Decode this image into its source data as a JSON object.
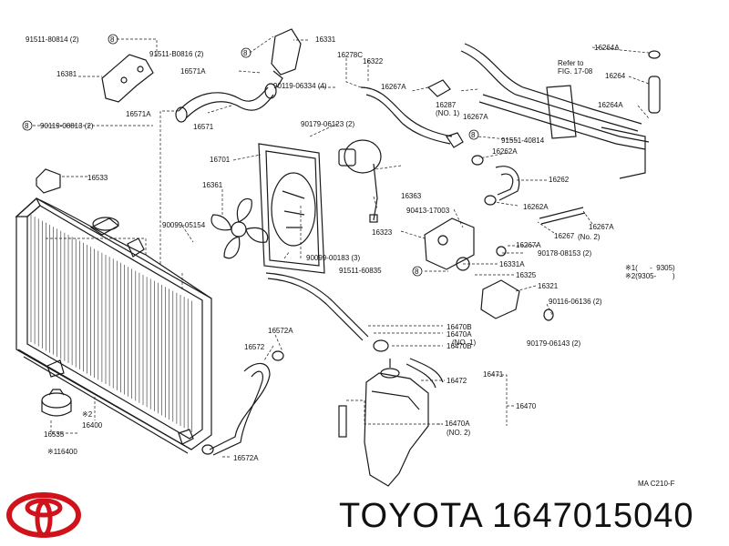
{
  "brand": {
    "text": "TOYOTA 1647015040",
    "logo_color": "#d0121b"
  },
  "legend": {
    "row1": "※1(      -  9305)",
    "row2": "※2(9305-        )"
  },
  "diagram_code": "MA C210-F",
  "refer_note": [
    "Refer to",
    "FIG. 17-08"
  ],
  "labels": [
    {
      "id": "l1",
      "text": "91511-80814 (2)"
    },
    {
      "id": "l2",
      "text": "91511-B0816 (2)"
    },
    {
      "id": "l3",
      "text": "16331"
    },
    {
      "id": "l4",
      "text": "16381"
    },
    {
      "id": "l5",
      "text": "16571A"
    },
    {
      "id": "l6",
      "text": "16278C"
    },
    {
      "id": "l7",
      "text": "16322"
    },
    {
      "id": "l8",
      "text": "90119-06334 (4)"
    },
    {
      "id": "l9",
      "text": "16267A"
    },
    {
      "id": "l10",
      "text": "16571A"
    },
    {
      "id": "l11",
      "text": "16571"
    },
    {
      "id": "l12",
      "text": "90119-08813 (2)"
    },
    {
      "id": "l13",
      "text": "90179-06123 (2)"
    },
    {
      "id": "l14",
      "text": "16287"
    },
    {
      "id": "l15",
      "text": "(NO. 1)"
    },
    {
      "id": "l16",
      "text": "16267A"
    },
    {
      "id": "l17",
      "text": "16264A"
    },
    {
      "id": "l18",
      "text": "16264"
    },
    {
      "id": "l19",
      "text": "16264A"
    },
    {
      "id": "l20",
      "text": "91551-40814"
    },
    {
      "id": "l21",
      "text": "16262A"
    },
    {
      "id": "l22",
      "text": "16262"
    },
    {
      "id": "l23",
      "text": "16701"
    },
    {
      "id": "l24",
      "text": "16533"
    },
    {
      "id": "l25",
      "text": "16361"
    },
    {
      "id": "l26",
      "text": "16363"
    },
    {
      "id": "l27",
      "text": "90413-17003"
    },
    {
      "id": "l28",
      "text": "16262A"
    },
    {
      "id": "l29",
      "text": "16267A"
    },
    {
      "id": "l30",
      "text": "90099-05154"
    },
    {
      "id": "l31",
      "text": "16323"
    },
    {
      "id": "l32",
      "text": "16267"
    },
    {
      "id": "l33",
      "text": "(No. 2)"
    },
    {
      "id": "l34",
      "text": "16267A"
    },
    {
      "id": "l35",
      "text": "90178-08153 (2)"
    },
    {
      "id": "l36",
      "text": "90099-00183 (3)"
    },
    {
      "id": "l37",
      "text": "16331A"
    },
    {
      "id": "l38",
      "text": "91511-60835"
    },
    {
      "id": "l39",
      "text": "16325"
    },
    {
      "id": "l40",
      "text": "16321"
    },
    {
      "id": "l41",
      "text": "90116-06136 (2)"
    },
    {
      "id": "l42",
      "text": "16470B"
    },
    {
      "id": "l43",
      "text": "16470A"
    },
    {
      "id": "l44",
      "text": "(NO. 1)"
    },
    {
      "id": "l45",
      "text": "16572A"
    },
    {
      "id": "l46",
      "text": "16572"
    },
    {
      "id": "l47",
      "text": "90179-06143 (2)"
    },
    {
      "id": "l48",
      "text": "16470B"
    },
    {
      "id": "l49",
      "text": "16472"
    },
    {
      "id": "l50",
      "text": "16471"
    },
    {
      "id": "l51",
      "text": "16470"
    },
    {
      "id": "l52",
      "text": "※2"
    },
    {
      "id": "l53",
      "text": "16400"
    },
    {
      "id": "l54",
      "text": "16535"
    },
    {
      "id": "l55",
      "text": "※116400"
    },
    {
      "id": "l56",
      "text": "16470A"
    },
    {
      "id": "l57",
      "text": "(NO. 2)"
    },
    {
      "id": "l58",
      "text": "16572A"
    },
    {
      "id": "l59",
      "text": "16278C"
    }
  ]
}
